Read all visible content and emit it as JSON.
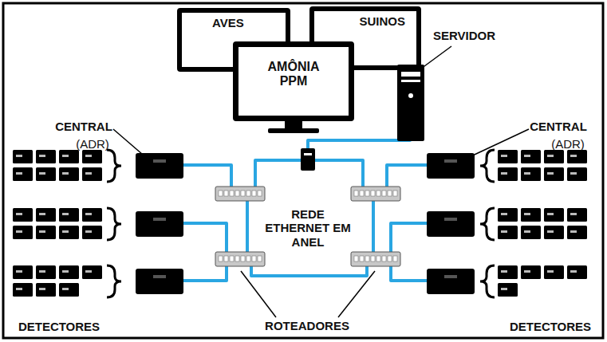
{
  "diagram": {
    "nodes": [
      {
        "text": [
          "AVES"
        ]
      },
      {
        "text": [
          "SUINOS"
        ]
      },
      {
        "text": [
          "AMÔNIA PPM"
        ]
      },
      {
        "text": [
          "SERVIDOR"
        ]
      }
    ],
    "labels": [
      "CENTRAL",
      "(ADR)",
      "CENTRAL",
      "(ADR)",
      "REDE ETHERNET EM ANEL",
      "ROTEADORES",
      "DETECTORES",
      "DETECTORES"
    ]
  }
}
